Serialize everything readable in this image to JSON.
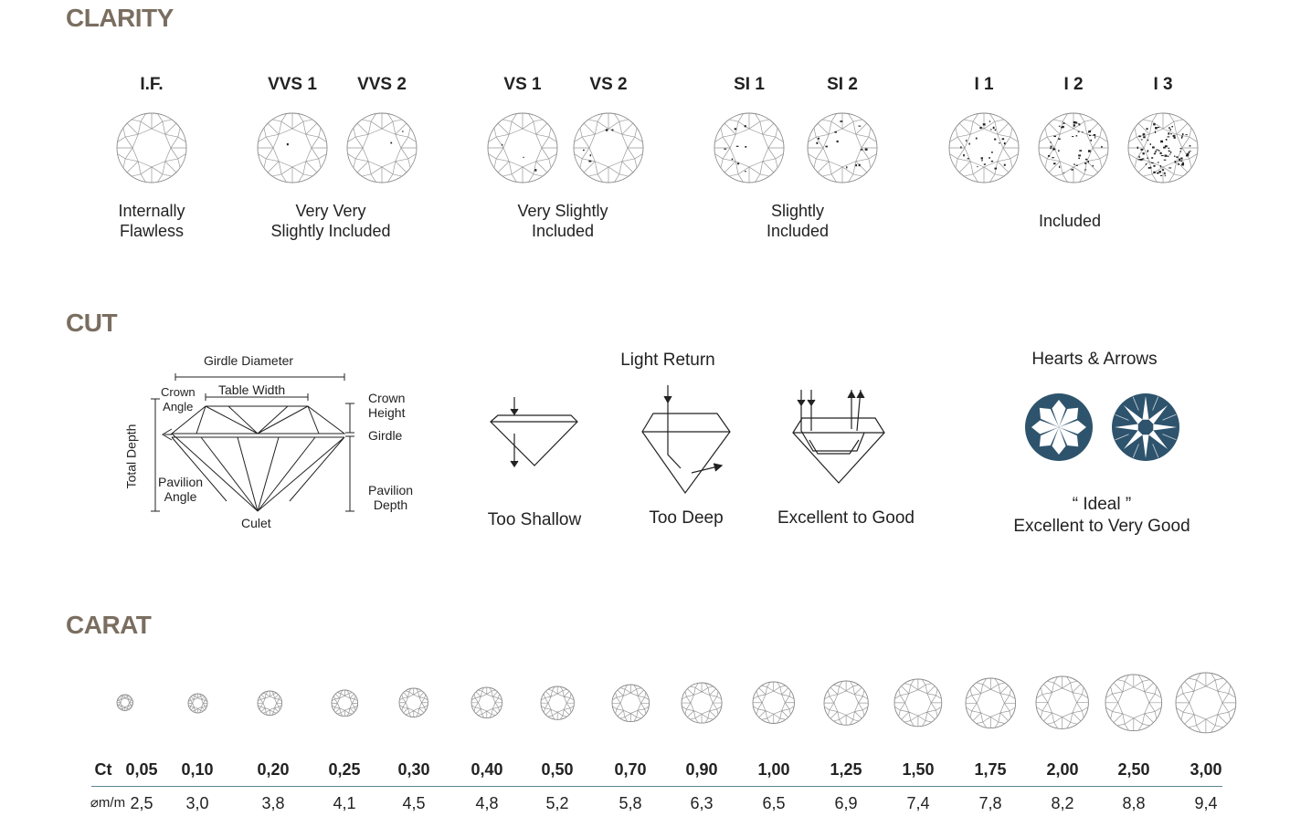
{
  "clarity": {
    "title": "CLARITY",
    "grades": [
      {
        "label": "I.F.",
        "inclusions": 0
      },
      {
        "label": "VVS 1",
        "inclusions": 1
      },
      {
        "label": "VVS 2",
        "inclusions": 2
      },
      {
        "label": "VS 1",
        "inclusions": 3
      },
      {
        "label": "VS 2",
        "inclusions": 5
      },
      {
        "label": "SI 1",
        "inclusions": 8
      },
      {
        "label": "SI 2",
        "inclusions": 12
      },
      {
        "label": "I 1",
        "inclusions": 25
      },
      {
        "label": "I 2",
        "inclusions": 45
      },
      {
        "label": "I 3",
        "inclusions": 90
      }
    ],
    "groups": [
      "Internally\nFlawless",
      "Very Very\nSlightly Included",
      "Very Slightly\nIncluded",
      "Slightly\nIncluded",
      "Included"
    ]
  },
  "cut": {
    "title": "CUT",
    "anatomy": {
      "girdle_diameter": "Girdle Diameter",
      "table_width": "Table Width",
      "crown_angle": "Crown\nAngle",
      "crown_height": "Crown\nHeight",
      "girdle": "Girdle",
      "total_depth": "Total Depth",
      "pavilion_angle": "Pavilion\nAngle",
      "pavilion_depth": "Pavilion\nDepth",
      "culet": "Culet"
    },
    "light_return": "Light Return",
    "examples": [
      "Too Shallow",
      "Too Deep",
      "Excellent to Good"
    ],
    "hearts_arrows": {
      "title": "Hearts & Arrows",
      "caption": "“ Ideal ”\nExcellent to Very Good",
      "color": "#2e536d"
    }
  },
  "carat": {
    "title": "CARAT",
    "ct_label": "Ct",
    "mm_label": "⌀m/m",
    "ct": [
      "0,05",
      "0,10",
      "0,20",
      "0,25",
      "0,30",
      "0,40",
      "0,50",
      "0,70",
      "0,90",
      "1,00",
      "1,25",
      "1,50",
      "1,75",
      "2,00",
      "2,50",
      "3,00"
    ],
    "mm": [
      "2,5",
      "3,0",
      "3,8",
      "4,1",
      "4,5",
      "4,8",
      "5,2",
      "5,8",
      "6,3",
      "6,5",
      "6,9",
      "7,4",
      "7,8",
      "8,2",
      "8,8",
      "9,4"
    ]
  }
}
